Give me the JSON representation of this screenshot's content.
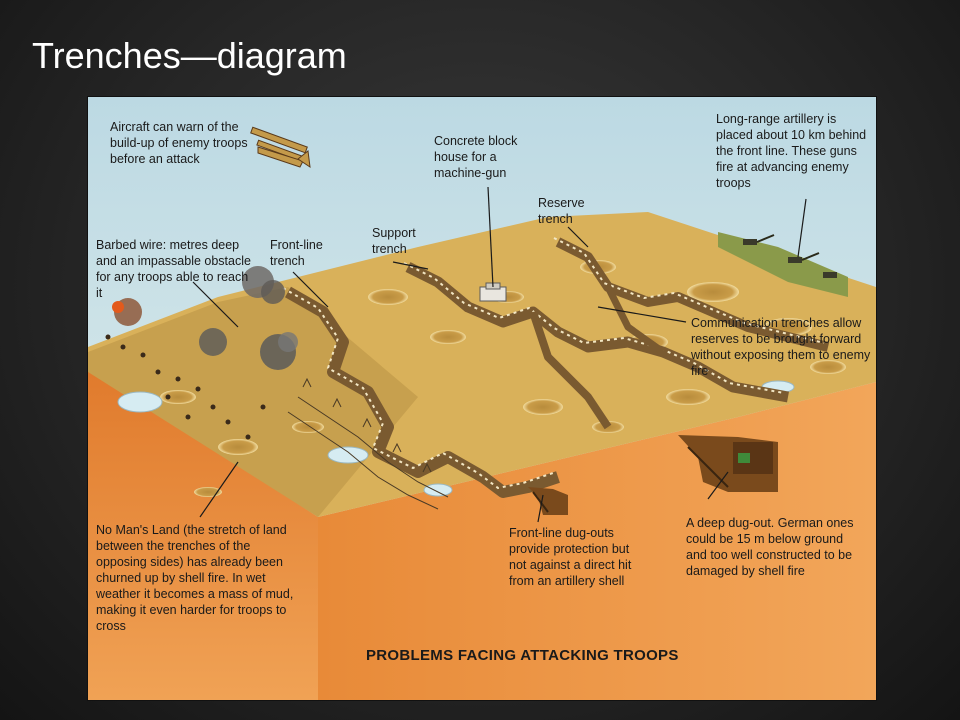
{
  "slide": {
    "title": "Trenches—diagram"
  },
  "diagram": {
    "heading": "PROBLEMS FACING ATTACKING TROOPS",
    "labels": {
      "aircraft": "Aircraft can warn of the build-up of enemy troops before an attack",
      "barbed_wire": "Barbed wire: metres deep and an impassable obstacle for any troops able to reach it",
      "front_line_trench": "Front-line trench",
      "support_trench": "Support trench",
      "concrete_block_house": "Concrete block house for a machine-gun",
      "reserve_trench": "Reserve trench",
      "long_range_artillery": "Long-range artillery is placed about 10 km behind the front line. These guns fire at advancing enemy troops",
      "communication_trenches": "Communication trenches allow reserves to be brought forward without exposing them to enemy fire",
      "no_mans_land": "No Man's Land (the stretch of land between the trenches of the opposing sides) has already been churned up by shell fire. In wet weather it becomes a mass of mud, making it even harder for troops to cross",
      "front_line_dugouts": "Front-line dug-outs provide protection but not against a direct hit from an artillery shell",
      "deep_dugout": "A deep dug-out. German ones could be 15 m below ground and too well constructed to be damaged by shell fire"
    }
  },
  "colors": {
    "background": "#262626",
    "sky": "#cfe6ee",
    "ground_top": "#d9b15a",
    "ground_side": "#e8873a",
    "trench": "#8a6a3a"
  }
}
